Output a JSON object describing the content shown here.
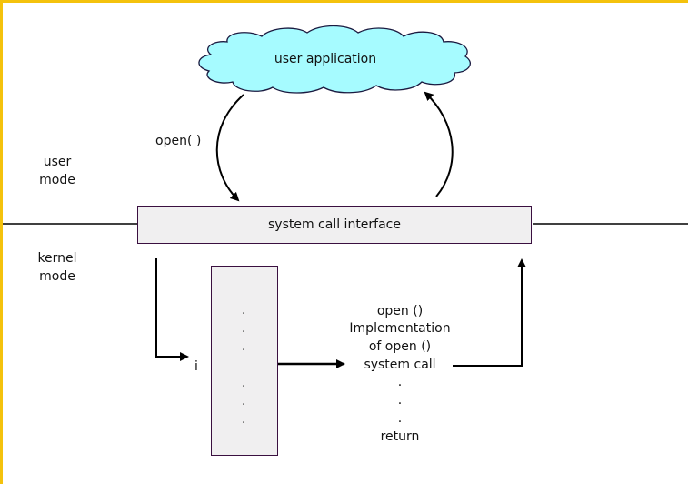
{
  "diagram": {
    "cloud_label": "user application",
    "call_label": "open( )",
    "user_mode_label": [
      "user",
      "mode"
    ],
    "kernel_mode_label": [
      "kernel",
      "mode"
    ],
    "interface_label": "system call interface",
    "index_label": "i",
    "table_dots": [
      ".",
      ".",
      ".",
      ".",
      ".",
      "."
    ],
    "implementation_lines": [
      "open ()",
      "Implementation",
      "of open ()",
      "system call",
      ".",
      ".",
      ".",
      "return"
    ],
    "colors": {
      "cloud_fill": "#a6fbff",
      "box_fill": "#f0eff0",
      "box_border": "#3a1040",
      "frame": "#f4c20d"
    }
  }
}
